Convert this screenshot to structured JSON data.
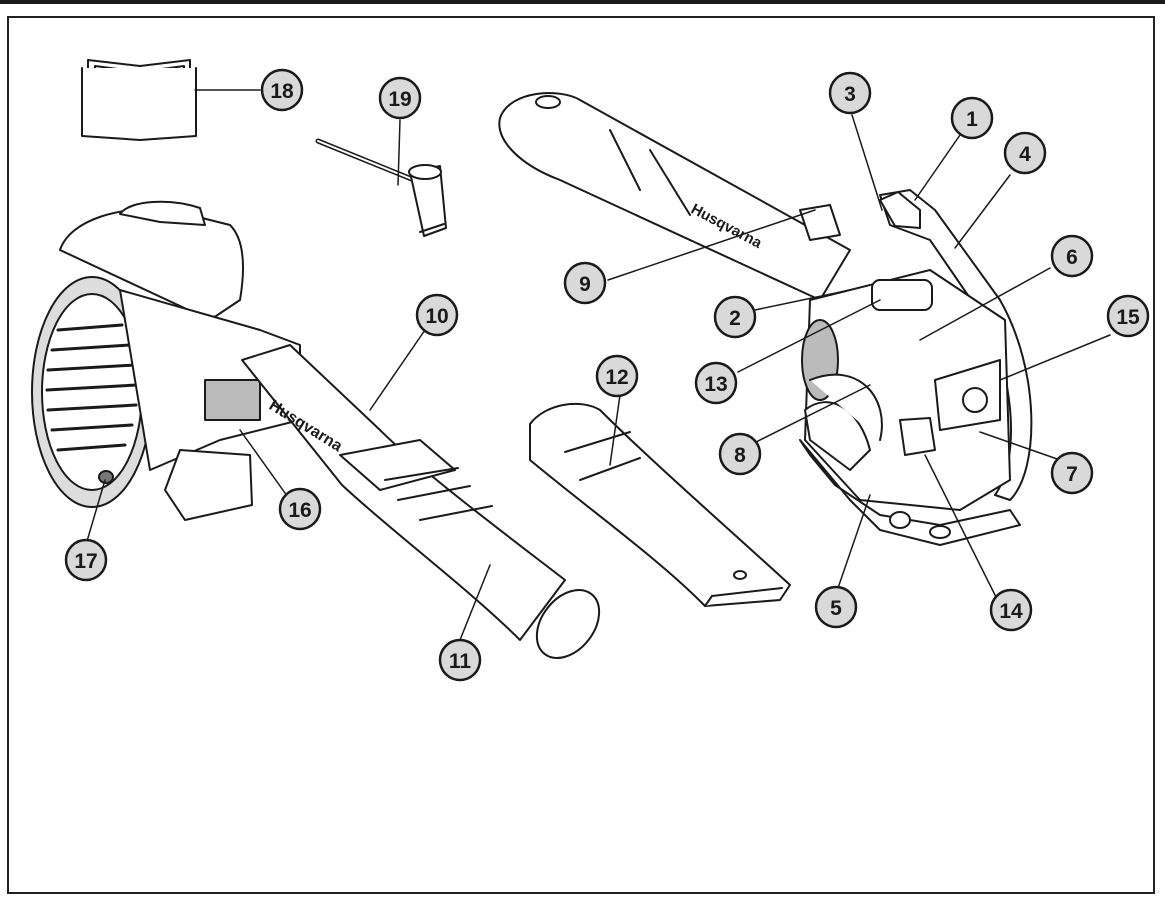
{
  "diagram": {
    "callouts": [
      {
        "id": "c1",
        "label": "1"
      },
      {
        "id": "c2",
        "label": "2"
      },
      {
        "id": "c3",
        "label": "3"
      },
      {
        "id": "c4",
        "label": "4"
      },
      {
        "id": "c5",
        "label": "5"
      },
      {
        "id": "c6",
        "label": "6"
      },
      {
        "id": "c7",
        "label": "7"
      },
      {
        "id": "c8",
        "label": "8"
      },
      {
        "id": "c9",
        "label": "9"
      },
      {
        "id": "c10",
        "label": "10"
      },
      {
        "id": "c11",
        "label": "11"
      },
      {
        "id": "c12",
        "label": "12"
      },
      {
        "id": "c13",
        "label": "13"
      },
      {
        "id": "c14",
        "label": "14"
      },
      {
        "id": "c15",
        "label": "15"
      },
      {
        "id": "c16",
        "label": "16"
      },
      {
        "id": "c17",
        "label": "17"
      },
      {
        "id": "c18",
        "label": "18"
      },
      {
        "id": "c19",
        "label": "19"
      }
    ],
    "brand_marks": [
      "Husqvarna",
      "Husqvarna"
    ]
  },
  "colors": {
    "ink": "#1a1a1a",
    "callout_fill": "#d9d9d9",
    "part_fill": "#ffffff",
    "shade": "#9a9a9a"
  }
}
